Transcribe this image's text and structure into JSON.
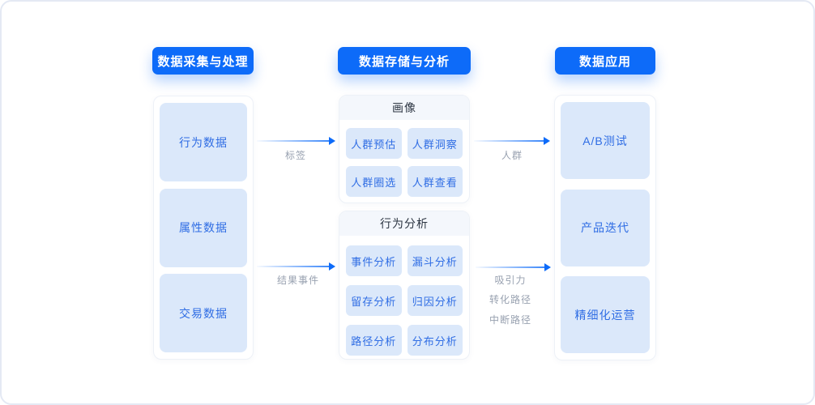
{
  "colors": {
    "primary_blue": "#0d6bf9",
    "node_fill": "#dbe8fa",
    "node_text": "#2f6de4",
    "section_header_fill": "#f4f7fc",
    "section_title_text": "#2c3542",
    "arrow_label_text": "#98a1b0",
    "card_border": "#edf1f7",
    "canvas_border": "#e4e9f4"
  },
  "headers": {
    "collection": "数据采集与处理",
    "storage": "数据存储与分析",
    "application": "数据应用"
  },
  "collection_nodes": [
    "行为数据",
    "属性数据",
    "交易数据"
  ],
  "storage_sections": {
    "profile": {
      "title": "画像",
      "items": [
        "人群预估",
        "人群洞察",
        "人群圈选",
        "人群查看"
      ]
    },
    "behavior": {
      "title": "行为分析",
      "items": [
        "事件分析",
        "漏斗分析",
        "留存分析",
        "归因分析",
        "路径分析",
        "分布分析"
      ]
    }
  },
  "application_nodes": [
    "A/B测试",
    "产品迭代",
    "精细化运营"
  ],
  "arrow_labels": {
    "tags": "标签",
    "result_event": "结果事件",
    "audience": "人群",
    "application_inputs": [
      "吸引力",
      "转化路径",
      "中断路径"
    ]
  }
}
